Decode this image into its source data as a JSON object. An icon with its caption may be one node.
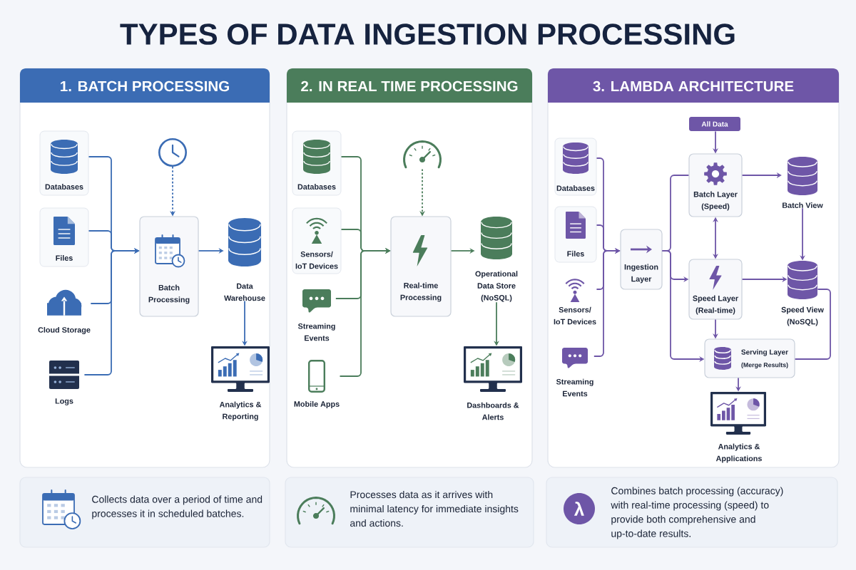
{
  "diagram": {
    "title": "TYPES OF DATA INGESTION PROCESSING",
    "nodes": [
      {
        "text": [
          "1. BATCH PROCESSING"
        ]
      },
      {
        "text": [
          "Databases"
        ],
        "in": 0
      },
      {
        "text": [
          "Files"
        ],
        "in": 0
      },
      {
        "text": [
          "Cloud Storage"
        ],
        "in": 0
      },
      {
        "text": [
          "Logs"
        ],
        "in": 0
      },
      {
        "text": [],
        "shape": "picture",
        "in": 0
      },
      {
        "text": [
          "Batch Processing"
        ],
        "in": 0
      },
      {
        "text": [
          "Data Warehouse"
        ],
        "in": 0
      },
      {
        "text": [
          "Analytics & Reporting"
        ],
        "in": 0
      },
      {
        "text": [
          "2. IN REAL TIME PROCESSING"
        ]
      },
      {
        "text": [
          "Databases"
        ],
        "in": 9
      },
      {
        "text": [
          "Sensors/ IoT Devices"
        ],
        "in": 9
      },
      {
        "text": [
          "Streaming Events"
        ],
        "in": 9
      },
      {
        "text": [
          "Mobile Apps"
        ],
        "in": 9
      },
      {
        "text": [],
        "shape": "picture",
        "in": 9
      },
      {
        "text": [
          "Real-time Processing"
        ],
        "in": 9
      },
      {
        "text": [
          "Operational Data Store (NoSQL)"
        ],
        "in": 9
      },
      {
        "text": [
          "Dashboards & Alerts"
        ],
        "in": 9
      },
      {
        "text": [
          "3. LAMBDA ARCHITECTURE"
        ]
      },
      {
        "text": [
          "Databases"
        ],
        "in": 18
      },
      {
        "text": [
          "Files"
        ],
        "in": 18
      },
      {
        "text": [
          "Sensors/ IoT Devices"
        ],
        "in": 18
      },
      {
        "text": [
          "Streaming Events"
        ],
        "in": 18
      },
      {
        "text": [
          "All Data"
        ],
        "in": 18
      },
      {
        "text": [
          "Ingestion Layer"
        ],
        "in": 18
      },
      {
        "text": [
          "Batch Layer (Speed)"
        ],
        "in": 18
      },
      {
        "text": [
          "Batch View"
        ],
        "in": 18
      },
      {
        "text": [
          "Speed Layer (Real-time)"
        ],
        "in": 18
      },
      {
        "text": [
          "Speed View (NoSQL)"
        ],
        "in": 18
      },
      {
        "text": [
          "Serving Layer",
          "(Merge Results)"
        ],
        "in": 18
      },
      {
        "text": [
          "Analytics & Applications"
        ],
        "in": 18
      },
      {
        "text": [
          "Collects data over a period of time and processes it in scheduled batches."
        ]
      },
      {
        "text": [
          "Processes data as it arrives with minimal latency for immediate insights and actions."
        ]
      },
      {
        "text": [
          "Combines batch processing (accuracy) with real-time processing (speed) to provide both comprehensive and up-to-date results."
        ]
      },
      {
        "text": [
          "λ"
        ],
        "in": 33
      }
    ],
    "edges": [
      {
        "from": 1,
        "to": 6,
        "arrow": "to",
        "color": "#3b6cb4"
      },
      {
        "from": 2,
        "to": 6,
        "arrow": "to",
        "color": "#3b6cb4"
      },
      {
        "from": 3,
        "to": 6,
        "arrow": "to",
        "color": "#3b6cb4"
      },
      {
        "from": 4,
        "to": 6,
        "arrow": "to",
        "color": "#3b6cb4"
      },
      {
        "from": 5,
        "to": 6,
        "arrow": "to",
        "style": "dashed",
        "color": "#3b6cb4"
      },
      {
        "from": 6,
        "to": 7,
        "arrow": "to",
        "color": "#3b6cb4"
      },
      {
        "from": 7,
        "to": 8,
        "arrow": "to",
        "color": "#3b6cb4"
      },
      {
        "from": 10,
        "to": 15,
        "arrow": "to",
        "color": "#4b7d5b"
      },
      {
        "from": 11,
        "to": 15,
        "arrow": "to",
        "color": "#4b7d5b"
      },
      {
        "from": 12,
        "to": 15,
        "arrow": "to",
        "color": "#4b7d5b"
      },
      {
        "from": 13,
        "to": 15,
        "arrow": "to",
        "color": "#4b7d5b"
      },
      {
        "from": 14,
        "to": 15,
        "arrow": "to",
        "style": "dashed",
        "color": "#4b7d5b"
      },
      {
        "from": 15,
        "to": 16,
        "arrow": "to",
        "color": "#4b7d5b"
      },
      {
        "from": 16,
        "to": 17,
        "arrow": "to",
        "color": "#4b7d5b"
      },
      {
        "from": 19,
        "to": 24,
        "arrow": "to"
      },
      {
        "from": 20,
        "to": 24,
        "arrow": "to"
      },
      {
        "from": 21,
        "to": 24,
        "arrow": "to"
      },
      {
        "from": 22,
        "to": 24,
        "arrow": "to"
      },
      {
        "from": 23,
        "to": 25,
        "arrow": "to"
      },
      {
        "from": 24,
        "to": 25,
        "arrow": "none"
      },
      {
        "from": 24,
        "to": 27,
        "arrow": "to"
      },
      {
        "from": 24,
        "to": 29,
        "arrow": "to"
      },
      {
        "from": 25,
        "to": 27,
        "arrow": "both"
      },
      {
        "from": 25,
        "to": 26,
        "arrow": "to"
      },
      {
        "from": 27,
        "to": 28,
        "arrow": "to"
      },
      {
        "from": 26,
        "to": 28,
        "arrow": "to"
      },
      {
        "from": 27,
        "to": 29,
        "arrow": "to"
      },
      {
        "from": 28,
        "to": 29,
        "arrow": "none"
      },
      {
        "from": 29,
        "to": 30,
        "arrow": "to"
      }
    ]
  }
}
